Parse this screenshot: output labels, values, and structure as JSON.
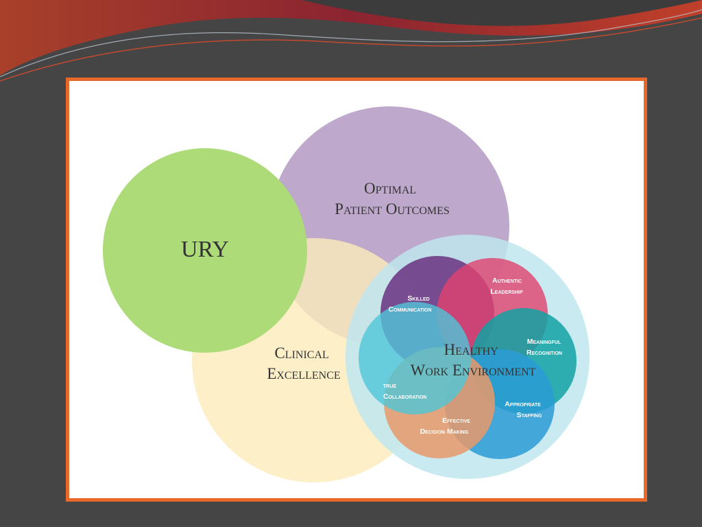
{
  "colors": {
    "background": "#454545",
    "frame_border": "#e8682a",
    "purple_circle": "#bea8cb",
    "green_circle": "#addb77",
    "yellow_circle": "#fdecbb",
    "light_blue_ring": "#bfe6ee",
    "dark_purple": "#6f3b86",
    "pink": "#e0426e",
    "teal": "#12a2a5",
    "blue": "#2c9bd6",
    "orange": "#e8996a",
    "cyan": "#4fc5d8"
  },
  "diagram": {
    "green_label": "URY",
    "purple_label_line1": "Optimal",
    "purple_label_line2": "Patient Outcomes",
    "yellow_label_line1": "Clinical",
    "yellow_label_line2": "Excellence",
    "center_label_line1": "Healthy",
    "center_label_line2": "Work Environment",
    "skilled_line1": "Skilled",
    "skilled_line2": "Communication",
    "authentic_line1": "Authentic",
    "authentic_line2": "Leadership",
    "meaningful_line1": "Meaningful",
    "meaningful_line2": "Recognition",
    "staffing_line1": "Appropriate",
    "staffing_line2": "Staffing",
    "decision_line1": "Effective",
    "decision_line2": "Decision Making",
    "collaboration_line1": "true",
    "collaboration_line2": "Collaboration"
  }
}
